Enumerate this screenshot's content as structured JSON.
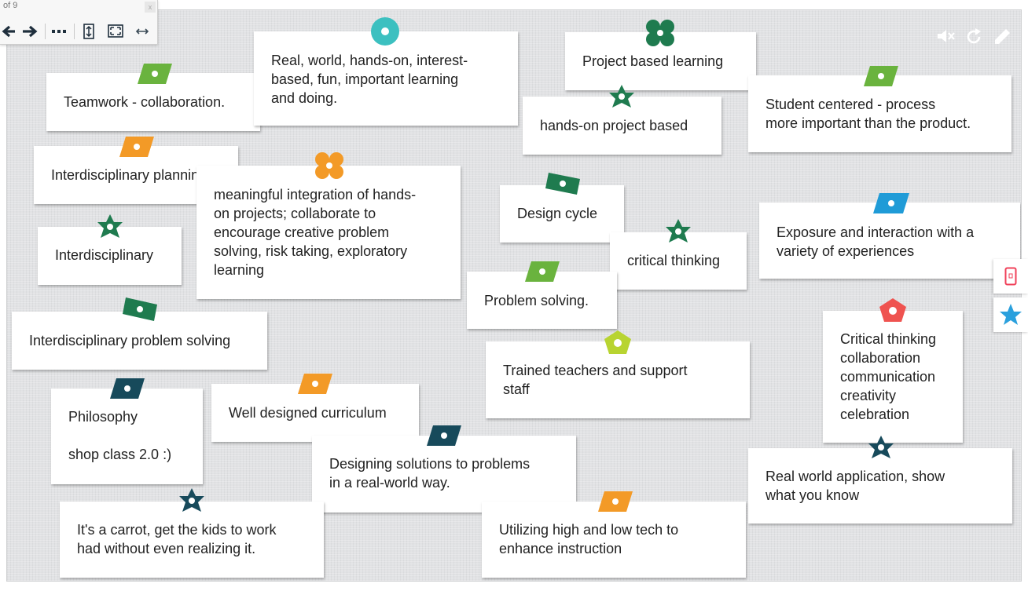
{
  "toolbar": {
    "page_count": "of 9",
    "icons": [
      "arrow-left-icon",
      "arrow-right-icon",
      "more-icon",
      "fit-height-icon",
      "fullscreen-icon",
      "fit-width-icon"
    ]
  },
  "tools": [
    "sound-off-icon",
    "refresh-icon",
    "pencil-icon"
  ],
  "side_buttons": [
    "mobile-icon",
    "star-icon"
  ],
  "colors": {
    "green": "#6ab33e",
    "teal": "#3cc0c0",
    "dark_green": "#1f7b4f",
    "orange": "#f39a27",
    "dark_teal": "#174a5b",
    "blue": "#1f9bd7",
    "lime": "#b8d431",
    "red": "#ef5350",
    "star_blue": "#2aa0dd"
  },
  "notes": [
    {
      "id": "teamwork",
      "text": "Teamwork - collaboration.",
      "pin": "tag",
      "pin_color": "#6ab33e"
    },
    {
      "id": "real-world",
      "text": "Real, world, hands-on, interest-\nbased, fun, important learning\nand doing.",
      "pin": "circle",
      "pin_color": "#3cc0c0"
    },
    {
      "id": "project-based",
      "text": "Project based learning",
      "pin": "flower",
      "pin_color": "#1f7b4f"
    },
    {
      "id": "hands-on",
      "text": "hands-on project based",
      "pin": "star",
      "pin_color": "#1f7b4f"
    },
    {
      "id": "student-centered",
      "text": "Student centered - process\nmore important than the product.",
      "pin": "tag",
      "pin_color": "#6ab33e"
    },
    {
      "id": "interdisciplinary-plan",
      "text": "Interdisciplinary planning",
      "pin": "tag",
      "pin_color": "#f39a27"
    },
    {
      "id": "meaningful",
      "text": "meaningful integration  of hands-\non projects; collaborate to\nencourage creative problem\nsolving, risk taking, exploratory\nlearning",
      "pin": "flower",
      "pin_color": "#f39a27"
    },
    {
      "id": "design-cycle",
      "text": "Design cycle",
      "pin": "ticket",
      "pin_color": "#1f7b4f"
    },
    {
      "id": "critical-thinking",
      "text": "critical thinking",
      "pin": "star",
      "pin_color": "#1f7b4f"
    },
    {
      "id": "exposure",
      "text": "Exposure and interaction with a\nvariety of experiences",
      "pin": "tag",
      "pin_color": "#1f9bd7"
    },
    {
      "id": "interdisciplinary",
      "text": "Interdisciplinary",
      "pin": "star",
      "pin_color": "#1f7b4f"
    },
    {
      "id": "problem-solving",
      "text": "Problem solving.",
      "pin": "tag",
      "pin_color": "#6ab33e"
    },
    {
      "id": "interdisciplinary-problem",
      "text": "Interdisciplinary problem solving",
      "pin": "ticket",
      "pin_color": "#1f7b4f"
    },
    {
      "id": "trained-teachers",
      "text": "Trained teachers and support\nstaff",
      "pin": "pentagon",
      "pin_color": "#b8d431"
    },
    {
      "id": "critical-list",
      "text": "Critical thinking\ncollaboration\ncommunication\ncreativity\ncelebration",
      "pin": "pentagon",
      "pin_color": "#ef5350"
    },
    {
      "id": "philosophy",
      "text": "Philosophy\n\nshop class 2.0 :)",
      "pin": "tag",
      "pin_color": "#174a5b"
    },
    {
      "id": "curriculum",
      "text": "Well designed curriculum",
      "pin": "tag",
      "pin_color": "#f39a27"
    },
    {
      "id": "designing-solutions",
      "text": "Designing solutions to problems\nin a real-world way.",
      "pin": "tag",
      "pin_color": "#174a5b"
    },
    {
      "id": "real-world-app",
      "text": "Real world application, show\nwhat you know",
      "pin": "star",
      "pin_color": "#174a5b"
    },
    {
      "id": "carrot",
      "text": "It's a carrot, get the kids to work\nhad without even realizing it.",
      "pin": "star",
      "pin_color": "#174a5b"
    },
    {
      "id": "tech",
      "text": "Utilizing high and low tech to\nenhance instruction",
      "pin": "tag",
      "pin_color": "#f39a27"
    }
  ]
}
